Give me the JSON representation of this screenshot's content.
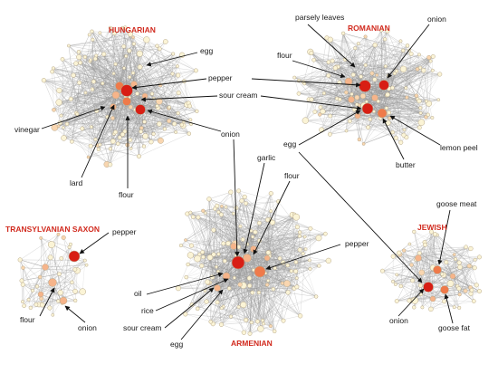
{
  "networks": [
    {
      "id": "hungarian",
      "title": "HUNGARIAN",
      "labels": [
        "egg",
        "pepper",
        "sour cream",
        "vinegar",
        "lard",
        "flour",
        "onion"
      ]
    },
    {
      "id": "romanian",
      "title": "ROMANIAN",
      "labels": [
        "parsely leaves",
        "onion",
        "flour",
        "lemon peel",
        "butter",
        "egg"
      ]
    },
    {
      "id": "transylvanian-saxon",
      "title": "TRANSYLVANIAN SAXON",
      "labels": [
        "pepper",
        "flour",
        "onion"
      ]
    },
    {
      "id": "armenian",
      "title": "ARMENIAN",
      "labels": [
        "garlic",
        "flour",
        "pepper",
        "oil",
        "rice",
        "sour cream",
        "egg"
      ]
    },
    {
      "id": "jewish",
      "title": "JEWISH",
      "labels": [
        "goose meat",
        "onion",
        "goose fat"
      ]
    }
  ],
  "colors": {
    "title": "#d12a1e",
    "hub_strong": "#d81e14",
    "hub_mid": "#ef7a4a",
    "hub_light": "#f6b48a",
    "node_pale": "#fbf4d6",
    "edge": "#9a9a9a"
  }
}
